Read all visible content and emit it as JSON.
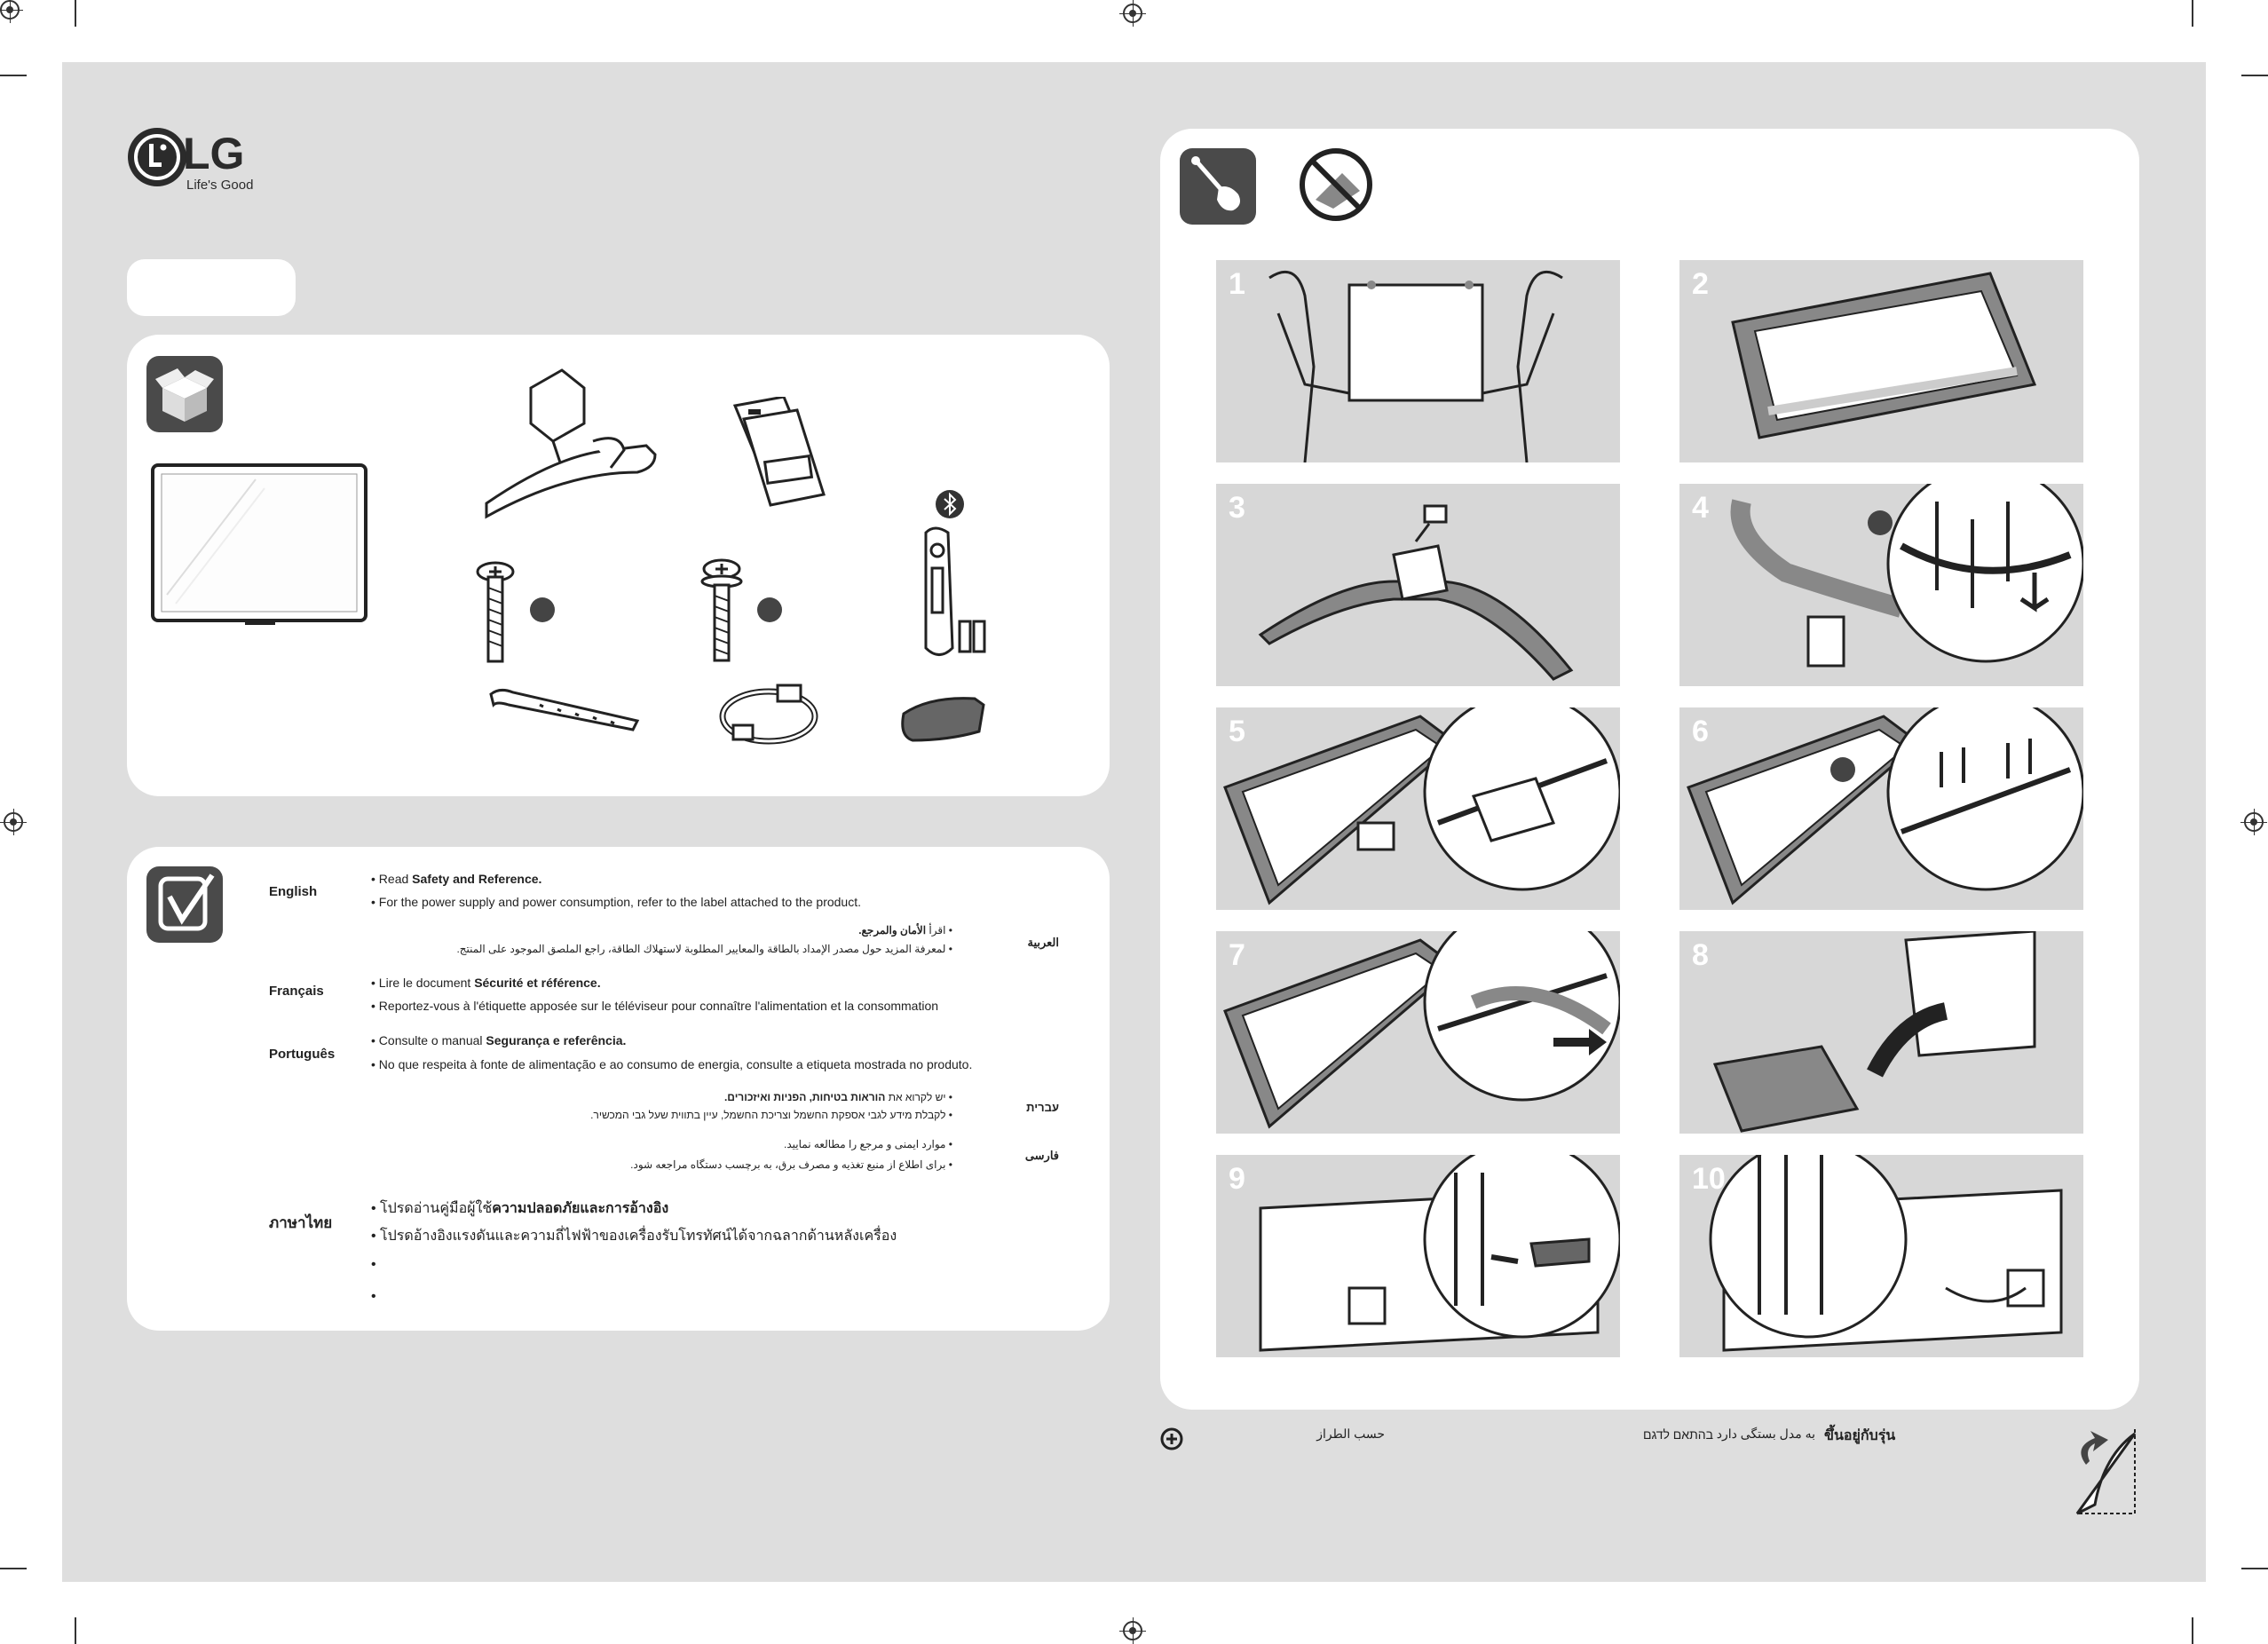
{
  "brand": {
    "logo_text": "LG",
    "tagline": "Life's Good"
  },
  "components_card": {
    "title_label": ""
  },
  "languages": [
    {
      "name": "English",
      "lines": [
        {
          "pre": "• Read ",
          "bold": "Safety and Reference.",
          "post": ""
        },
        {
          "pre": "• For the power supply and power consumption, refer to the label attached to the product.",
          "bold": "",
          "post": ""
        }
      ]
    },
    {
      "name": "العربية",
      "lines": [
        {
          "pre": "• اقرأ ",
          "bold": "الأمان والمرجع.",
          "post": ""
        },
        {
          "pre": "• لمعرفة المزيد حول مصدر الإمداد بالطاقة والمعايير المطلوبة لاستهلاك الطاقة، راجع الملصق الموجود على المنتج.",
          "bold": "",
          "post": ""
        }
      ]
    },
    {
      "name": "Français",
      "lines": [
        {
          "pre": "• Lire le document ",
          "bold": "Sécurité et référence.",
          "post": ""
        },
        {
          "pre": "• Reportez-vous à l'étiquette apposée sur le téléviseur pour connaître l'alimentation et la consommation",
          "bold": "",
          "post": ""
        }
      ]
    },
    {
      "name": "Português",
      "lines": [
        {
          "pre": "• Consulte o manual ",
          "bold": "Segurança e referência.",
          "post": ""
        },
        {
          "pre": "• No que respeita à fonte de alimentação e ao consumo de energia, consulte a etiqueta mostrada no produto.",
          "bold": "",
          "post": ""
        }
      ]
    },
    {
      "name": "עברית",
      "lines": [
        {
          "pre": "• יש לקרוא את ",
          "bold": "הוראות בטיחות, הפניות ואיזכורים.",
          "post": ""
        },
        {
          "pre": "• לקבלת מידע לגבי אספקת החשמל וצריכת החשמל, עיין בתווית שעל גבי המכשיר.",
          "bold": "",
          "post": ""
        }
      ]
    },
    {
      "name": "فارسی",
      "lines": [
        {
          "pre": "• موارد ایمنی و مرجع را مطالعه نمایید.",
          "bold": "",
          "post": ""
        },
        {
          "pre": "• برای اطلاع از منبع تغذیه و مصرف برق، به برچسب دستگاه مراجعه شود.",
          "bold": "",
          "post": ""
        }
      ]
    },
    {
      "name": "ภาษาไทย",
      "lines": [
        {
          "pre": "• โปรดอ่านคู่มือผู้ใช้",
          "bold": "ความปลอดภัยและการอ้างอิง",
          "post": ""
        },
        {
          "pre": "• โปรดอ้างอิงแรงดันและความถี่ไฟฟ้าของเครื่องรับโทรทัศน์ได้จากฉลากด้านหลังเครื่อง",
          "bold": "",
          "post": ""
        },
        {
          "pre": "•",
          "bold": "",
          "post": ""
        },
        {
          "pre": "•",
          "bold": "",
          "post": ""
        }
      ]
    }
  ],
  "steps": [
    "1",
    "2",
    "3",
    "4",
    "5",
    "6",
    "7",
    "8",
    "9",
    "10"
  ],
  "footer": {
    "arabic_note": "حسب الطراز",
    "hebrew_note": "בהתאם לדגם",
    "persian_note": "به مدل بستگی دارد",
    "thai_note": "ขึ้นอยู่กับรุ่น"
  }
}
